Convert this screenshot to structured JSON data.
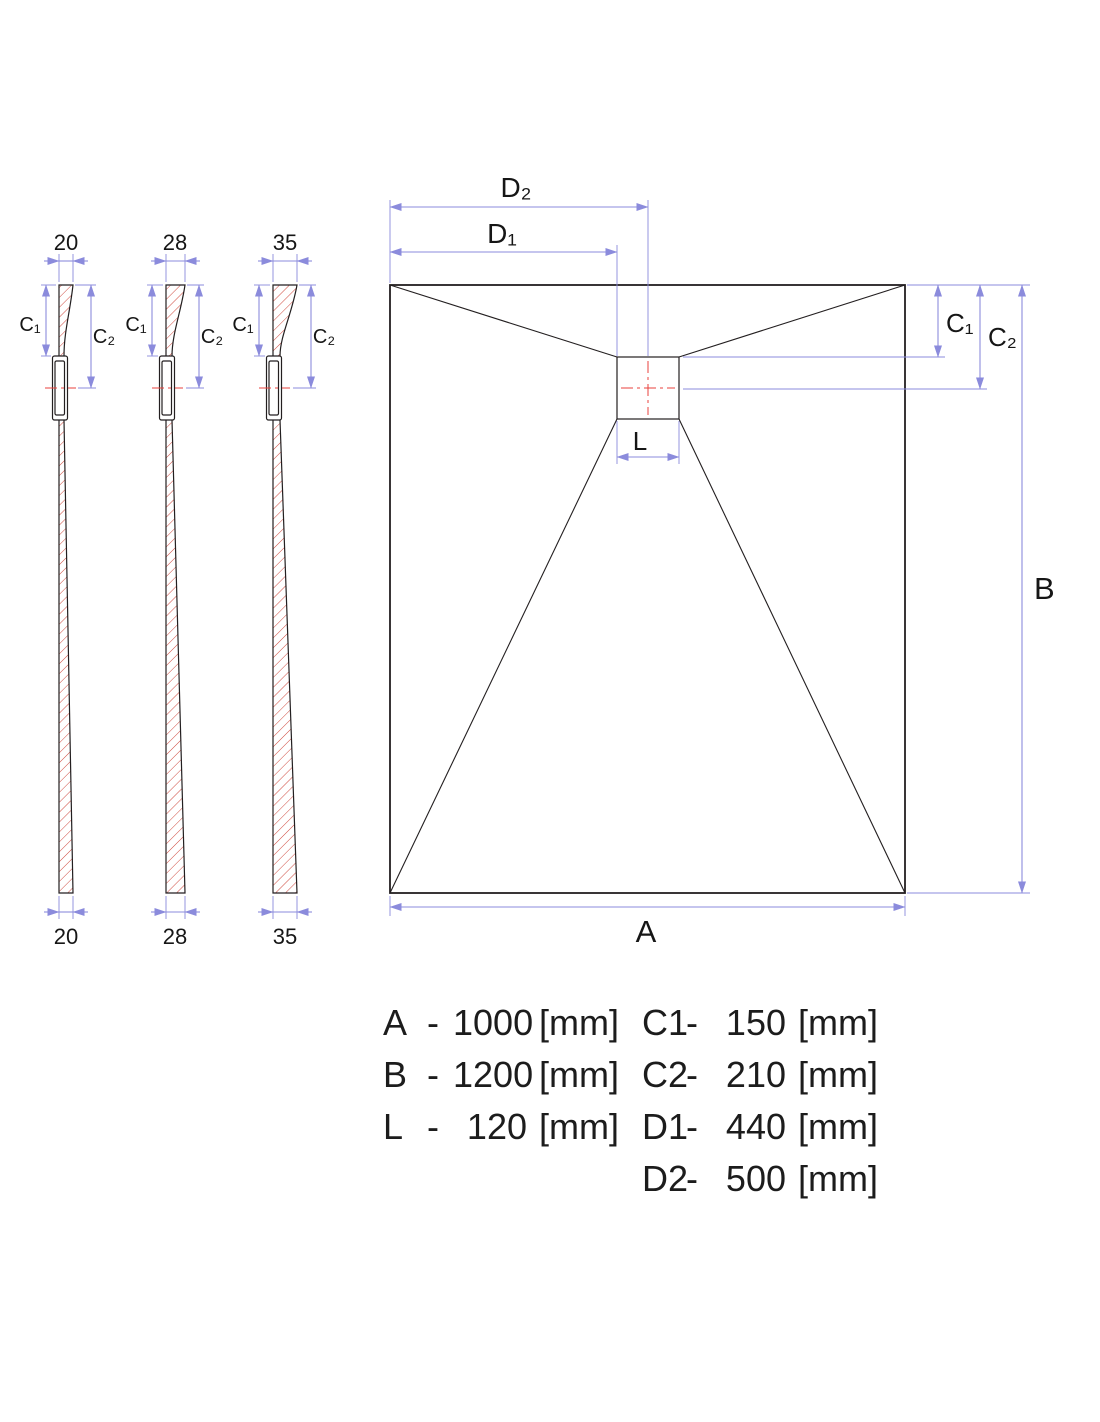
{
  "colors": {
    "line": "#231f20",
    "dimension": "#8b8bdc",
    "hatch": "#cf4a3f",
    "centerline": "#e8413c"
  },
  "sections": [
    {
      "top_width": "20",
      "bottom_width": "20",
      "c1_label": "C₁",
      "c2_label": "C₂"
    },
    {
      "top_width": "28",
      "bottom_width": "28",
      "c1_label": "C₁",
      "c2_label": "C₂"
    },
    {
      "top_width": "35",
      "bottom_width": "35",
      "c1_label": "C₁",
      "c2_label": "C₂"
    }
  ],
  "plan": {
    "labels": {
      "a": "A",
      "b": "B",
      "l": "L",
      "c1": "C₁",
      "c2": "C₂",
      "d1": "D₁",
      "d2": "D₂"
    }
  },
  "legend": {
    "rows_left": [
      {
        "name": "A",
        "sep": "-",
        "value": "1000",
        "unit": "[mm]"
      },
      {
        "name": "B",
        "sep": "-",
        "value": "1200",
        "unit": "[mm]"
      },
      {
        "name": "L",
        "sep": "-",
        "value": "120",
        "unit": "[mm]"
      }
    ],
    "rows_right": [
      {
        "name": "C1",
        "sep": "-",
        "value": "150",
        "unit": "[mm]"
      },
      {
        "name": "C2",
        "sep": "-",
        "value": "210",
        "unit": "[mm]"
      },
      {
        "name": "D1",
        "sep": "-",
        "value": "440",
        "unit": "[mm]"
      },
      {
        "name": "D2",
        "sep": "-",
        "value": "500",
        "unit": "[mm]"
      }
    ]
  }
}
